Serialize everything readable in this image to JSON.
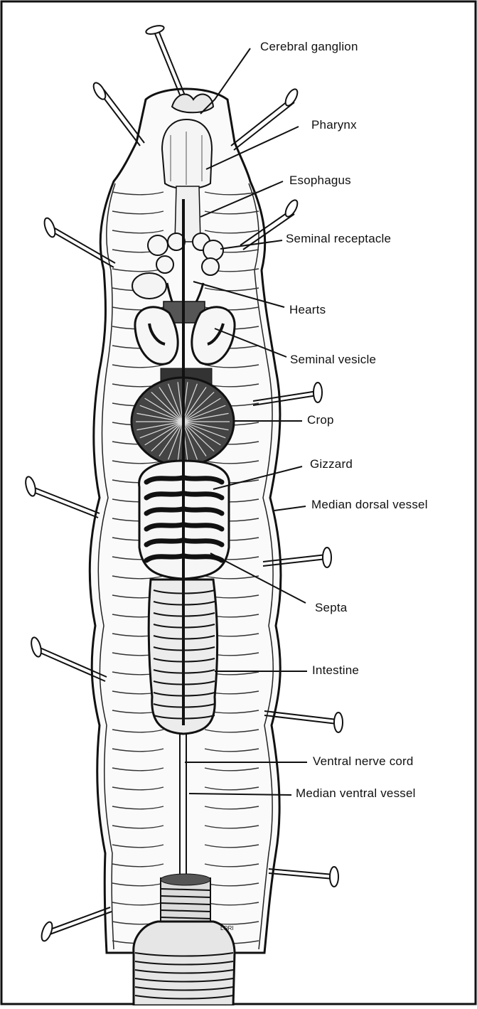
{
  "diagram": {
    "labels": [
      {
        "id": "cerebral-ganglion",
        "text": "Cerebral ganglion"
      },
      {
        "id": "pharynx",
        "text": "Pharynx"
      },
      {
        "id": "esophagus",
        "text": "Esophagus"
      },
      {
        "id": "seminal-receptacle",
        "text": "Seminal receptacle"
      },
      {
        "id": "hearts",
        "text": "Hearts"
      },
      {
        "id": "seminal-vesicle",
        "text": "Seminal vesicle"
      },
      {
        "id": "crop",
        "text": "Crop"
      },
      {
        "id": "gizzard",
        "text": "Gizzard"
      },
      {
        "id": "median-dorsal-vessel",
        "text": "Median dorsal vessel"
      },
      {
        "id": "septa",
        "text": "Septa"
      },
      {
        "id": "intestine",
        "text": "Intestine"
      },
      {
        "id": "ventral-nerve-cord",
        "text": "Ventral nerve cord"
      },
      {
        "id": "median-ventral-vessel",
        "text": "Median ventral vessel"
      }
    ],
    "artist_signature": "LORI"
  }
}
